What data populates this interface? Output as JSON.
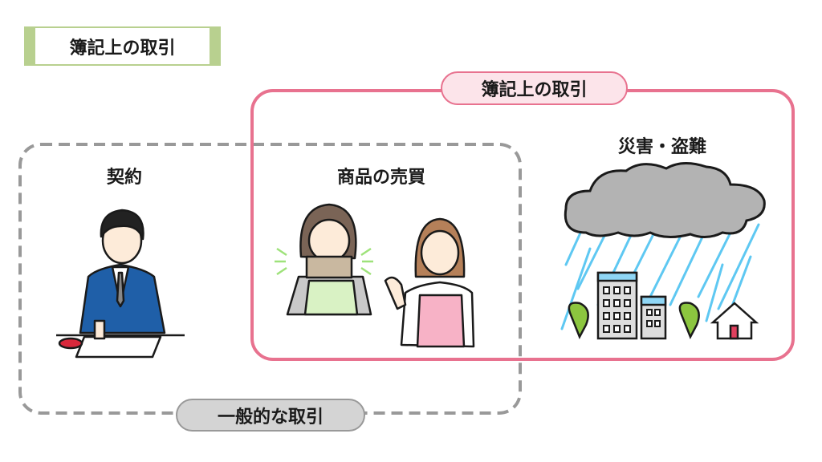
{
  "page_title": "簿記上の取引",
  "sets": {
    "bookkeeping": {
      "label": "簿記上の取引",
      "color": "#e8728f",
      "fill": "#fce4ea"
    },
    "general": {
      "label": "一般的な取引",
      "color": "#999999",
      "fill": "#d4d4d4"
    }
  },
  "categories": [
    {
      "label": "契約",
      "icon": "businessman-stamping-contract-illustration"
    },
    {
      "label": "商品の売買",
      "icon": "shopper-and-clerk-illustration"
    },
    {
      "label": "災害・盗難",
      "icon": "storm-cloud-flooded-town-illustration"
    }
  ],
  "colors": {
    "title_accent": "#b8d08f"
  }
}
